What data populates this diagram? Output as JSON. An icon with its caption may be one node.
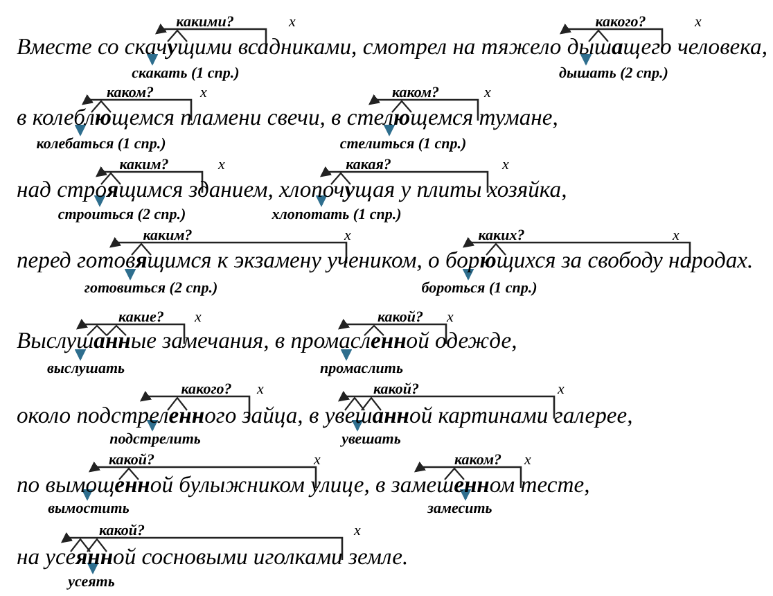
{
  "diagram": {
    "labels": [
      "какими?",
      "x",
      "какого?",
      "x",
      "Вместе со скач**у**щими всадниками, смотрел на тяжело дыш**а**щего человека,",
      "скакать (1 спр.)",
      "дышать (2 спр.)",
      "каком?",
      "x",
      "каком?",
      "x",
      "в колебл**ю**щемся пламени свечи, в стел**ю**щемся тумане,",
      "колебаться (1 спр.)",
      "стелиться (1 спр.)",
      "каким?",
      "x",
      "какая?",
      "x",
      "над стро**я**щимся зданием, хлопоч**у**щая у плиты хозяйка,",
      "строиться (2 спр.)",
      "хлопотать (1 спр.)",
      "каким?",
      "x",
      "каких?",
      "x",
      "перед готов**я**щимся к экзамену учеником, о бор**ю**щихся за свободу народах.",
      "готовиться (2 спр.)",
      "бороться (1 спр.)",
      "какие?",
      "x",
      "какой?",
      "x",
      "Выслуш**анн**ые замечания, в промасл**енн**ой одежде,",
      "выслушать",
      "промаслить",
      "какого?",
      "x",
      "какой?",
      "x",
      "около подстрел**енн**ого зайца, в увеш**анн**ой картинами галерее,",
      "подстрелить",
      "увешать",
      "какой?",
      "x",
      "каком?",
      "x",
      "по вымощ**енн**ой булыжником улице, в замеш**енн**ом тесте,",
      "вымостить",
      "замесить",
      "какой?",
      "x",
      "на усе**янн**ой сосновыми иголками земле.",
      "усеять"
    ]
  }
}
